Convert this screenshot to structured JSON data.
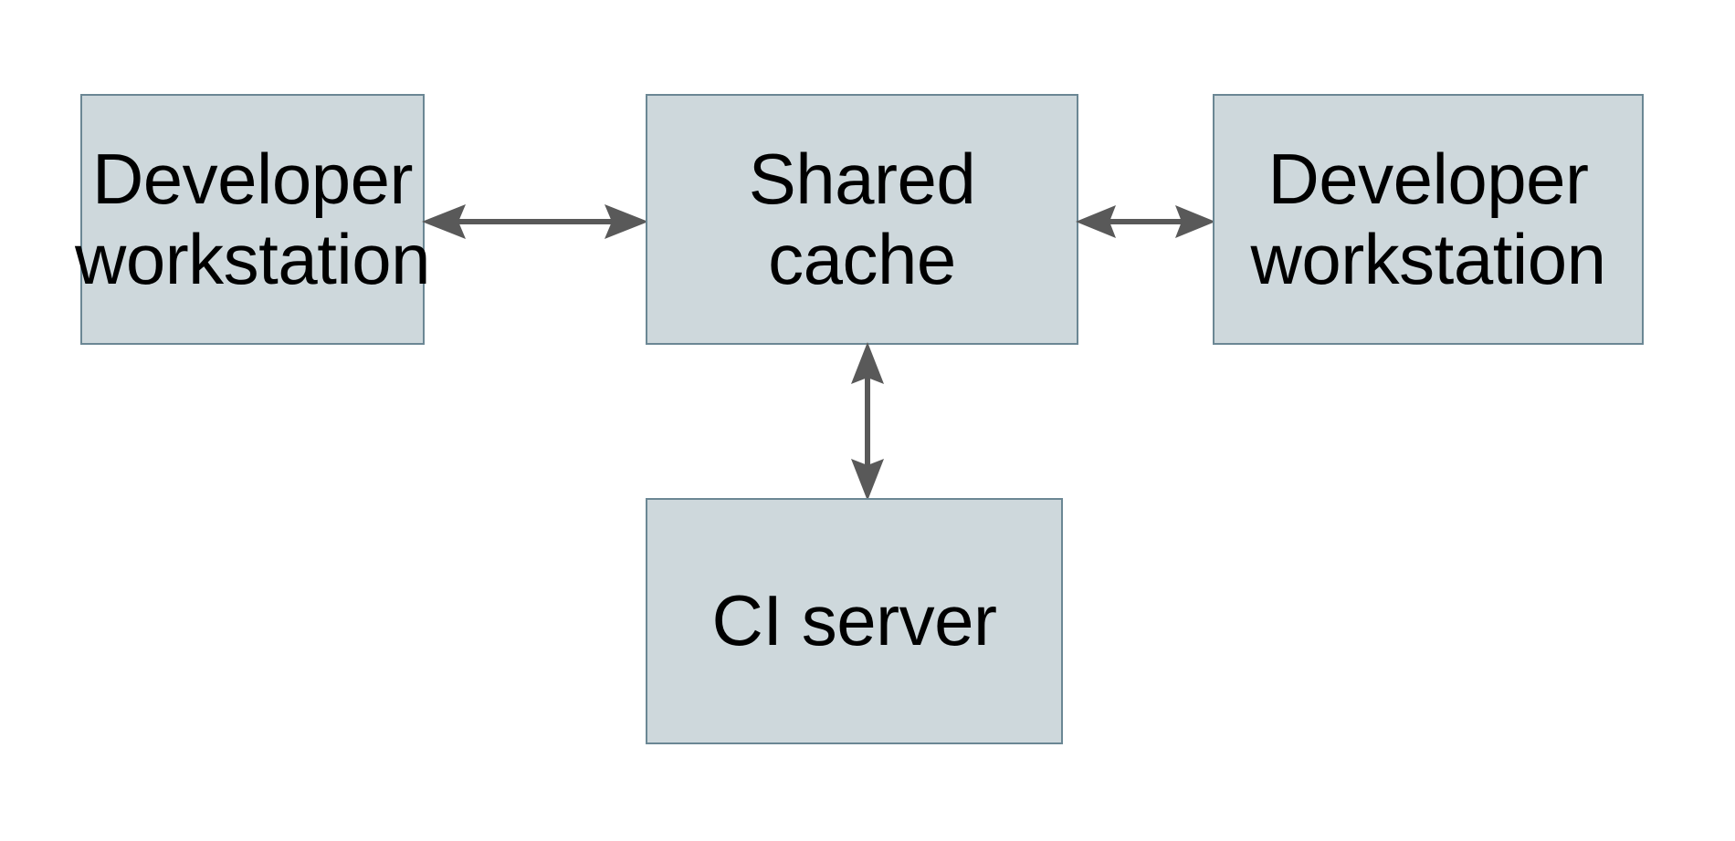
{
  "diagram": {
    "type": "flowchart",
    "background_color": "#ffffff",
    "node_fill_color": "#ced8dc",
    "node_border_color": "#6b8794",
    "edge_color": "#595959",
    "text_color": "#000000",
    "nodes": [
      {
        "id": "dev-left",
        "label": "Developer\nworkstation",
        "shape": "rectangle"
      },
      {
        "id": "shared",
        "label": "Shared\ncache",
        "shape": "rectangle"
      },
      {
        "id": "dev-right",
        "label": "Developer\nworkstation",
        "shape": "rectangle"
      },
      {
        "id": "ci",
        "label": "CI server",
        "shape": "rectangle"
      }
    ],
    "edges": [
      {
        "id": "edge-left-shared",
        "from": "dev-left",
        "to": "shared",
        "arrow": "double",
        "orientation": "horizontal"
      },
      {
        "id": "edge-shared-right",
        "from": "shared",
        "to": "dev-right",
        "arrow": "double",
        "orientation": "horizontal"
      },
      {
        "id": "edge-shared-ci",
        "from": "shared",
        "to": "ci",
        "arrow": "double",
        "orientation": "vertical"
      }
    ]
  }
}
